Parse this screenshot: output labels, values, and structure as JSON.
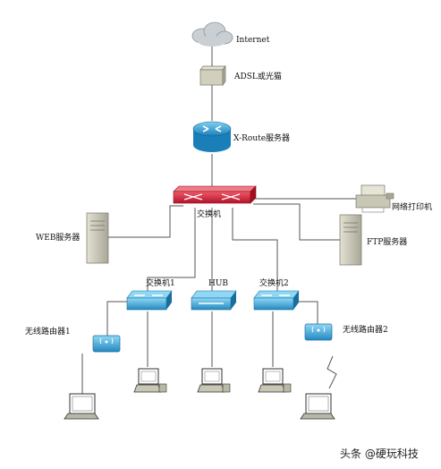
{
  "labels": {
    "internet": "Internet",
    "adsl": "ADSL或光猫",
    "router": "X-Route服务器",
    "core_switch": "交换机",
    "printer": "网络打印机",
    "web_server": "WEB服务器",
    "ftp_server": "FTP服务器",
    "switch1": "交换机1",
    "hub": "HUB",
    "switch2": "交换机2",
    "wireless_router1": "无线路由器1",
    "wireless_router2": "无线路由器2"
  },
  "watermark": "头条 @硬玩科技",
  "colors": {
    "router_blue": "#1f8ec9",
    "switch_blue": "#37a6d6",
    "core_switch_red": "#cc2233",
    "server_gray": "#c8c6b4",
    "cloud_gray": "#c9cfd3"
  },
  "icons": {
    "internet": "cloud-icon",
    "adsl": "modem-icon",
    "router": "router-icon",
    "core_switch": "core-switch-icon",
    "printer": "printer-icon",
    "web_server": "server-icon",
    "ftp_server": "server-icon",
    "switch": "switch-icon",
    "hub": "hub-icon",
    "wireless_router": "wireless-router-icon",
    "laptop": "laptop-icon",
    "desktop": "desktop-computer-icon"
  }
}
